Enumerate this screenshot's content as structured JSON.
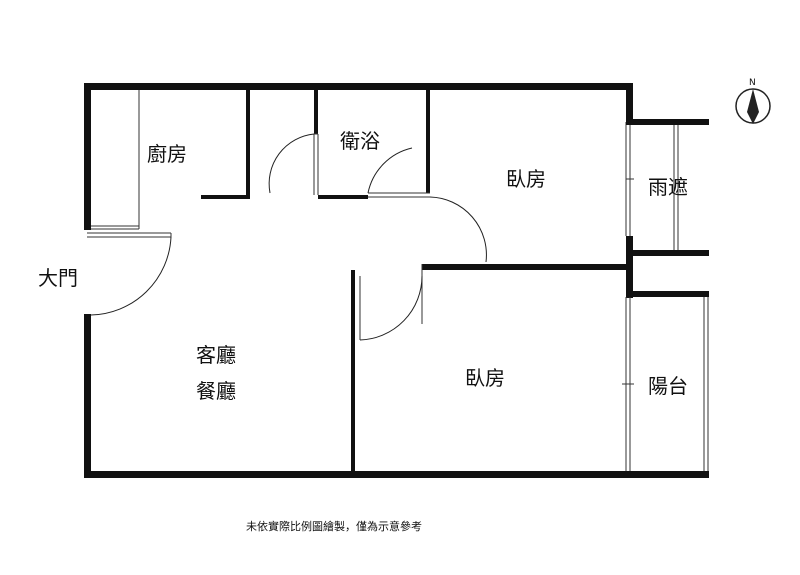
{
  "rooms": {
    "kitchen": "廚房",
    "bathroom": "衛浴",
    "bedroom_upper": "臥房",
    "awning": "雨遮",
    "entrance": "大門",
    "living_room": "客廳",
    "dining_room": "餐廳",
    "bedroom_lower": "臥房",
    "balcony": "陽台"
  },
  "compass": {
    "north_label": "N"
  },
  "disclaimer": "未依實際比例圖繪製，僅為示意參考",
  "colors": {
    "wall": "#111111",
    "background": "#ffffff"
  }
}
